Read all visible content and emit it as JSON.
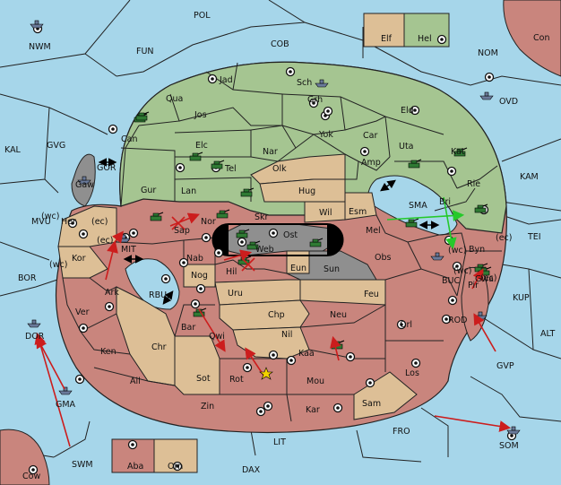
{
  "colors": {
    "sea": "#a6d6ea",
    "green": "#a5c591",
    "tan": "#ddbf96",
    "red": "#c9857d",
    "gray": "#8f8f8f",
    "border": "#222222",
    "arrow_red": "#cc1d1d",
    "arrow_green": "#25c92a",
    "arrow_black": "#000000"
  },
  "labels": {
    "POL": "POL",
    "NWM": "NWM",
    "FUN": "FUN",
    "COB": "COB",
    "NOM": "NOM",
    "Con": "Con",
    "OVD": "OVD",
    "KAL": "KAL",
    "GVG": "GVG",
    "KAM": "KAM",
    "TEI": "TEI",
    "MVU": "MVU",
    "BOR": "BOR",
    "KUP": "KUP",
    "ALT": "ALT",
    "GVP": "GVP",
    "FRO": "FRO",
    "SOM": "SOM",
    "LIT": "LIT",
    "DAX": "DAX",
    "SWM": "SWM",
    "Cow": "Cow",
    "DOR": "DOR",
    "GMA": "GMA",
    "GOR": "GOR",
    "MIT": "MIT",
    "RBU": "RBU",
    "SMA": "SMA",
    "BUC": "BUC",
    "ROD": "ROD",
    "Elf": "Elf",
    "Hel": "Hel",
    "Aba": "Aba",
    "Orn": "Orn",
    "Jad": "Jad",
    "Sch": "Sch",
    "Qua": "Qua",
    "Jos": "Jos",
    "Grh": "Grh",
    "Eld": "Eld",
    "Can": "Can",
    "Yok": "Yok",
    "Car": "Car",
    "Uta": "Uta",
    "Elc": "Elc",
    "Nar": "Nar",
    "Kat": "Kat",
    "Tel": "Tel",
    "Olk": "Olk",
    "Amp": "Amp",
    "Rie": "Rie",
    "Gur": "Gur",
    "Lan": "Lan",
    "Hug": "Hug",
    "Gaw": "Gaw",
    "Her": "Her",
    "Sap": "Sap",
    "Nor": "Nor",
    "Skr": "Skr",
    "Wil": "Wil",
    "Esm": "Esm",
    "Bri": "Bri",
    "Ost": "Ost",
    "Web": "Web",
    "Mel": "Mel",
    "Byn": "Byn",
    "Kor": "Kor",
    "Nab": "Nab",
    "Hil": "Hil",
    "Eun": "Eun",
    "Sun": "Sun",
    "Obs": "Obs",
    "Pir": "Pir",
    "Gwa": "Gwa",
    "Ark": "Ark",
    "Nog": "Nog",
    "Uru": "Uru",
    "Feu": "Feu",
    "Ver": "Ver",
    "Chp": "Chp",
    "Neu": "Neu",
    "Orl": "Orl",
    "Bar": "Bar",
    "Qwi": "Qwi",
    "Nil": "Nil",
    "Ken": "Ken",
    "Chr": "Chr",
    "Kaa": "Kaa",
    "Los": "Los",
    "Ail": "Ail",
    "Sot": "Sot",
    "Rot": "Rot",
    "Mou": "Mou",
    "Zin": "Zin",
    "Kar": "Kar",
    "Sam": "Sam",
    "wc1": "(wc)",
    "wc2": "(wc)",
    "wc3": "(wc)",
    "wc4": "(wc)",
    "ec1": "(ec)",
    "ec2": "(ec)",
    "ec3": "(ec)",
    "ec4": "(ec)"
  }
}
